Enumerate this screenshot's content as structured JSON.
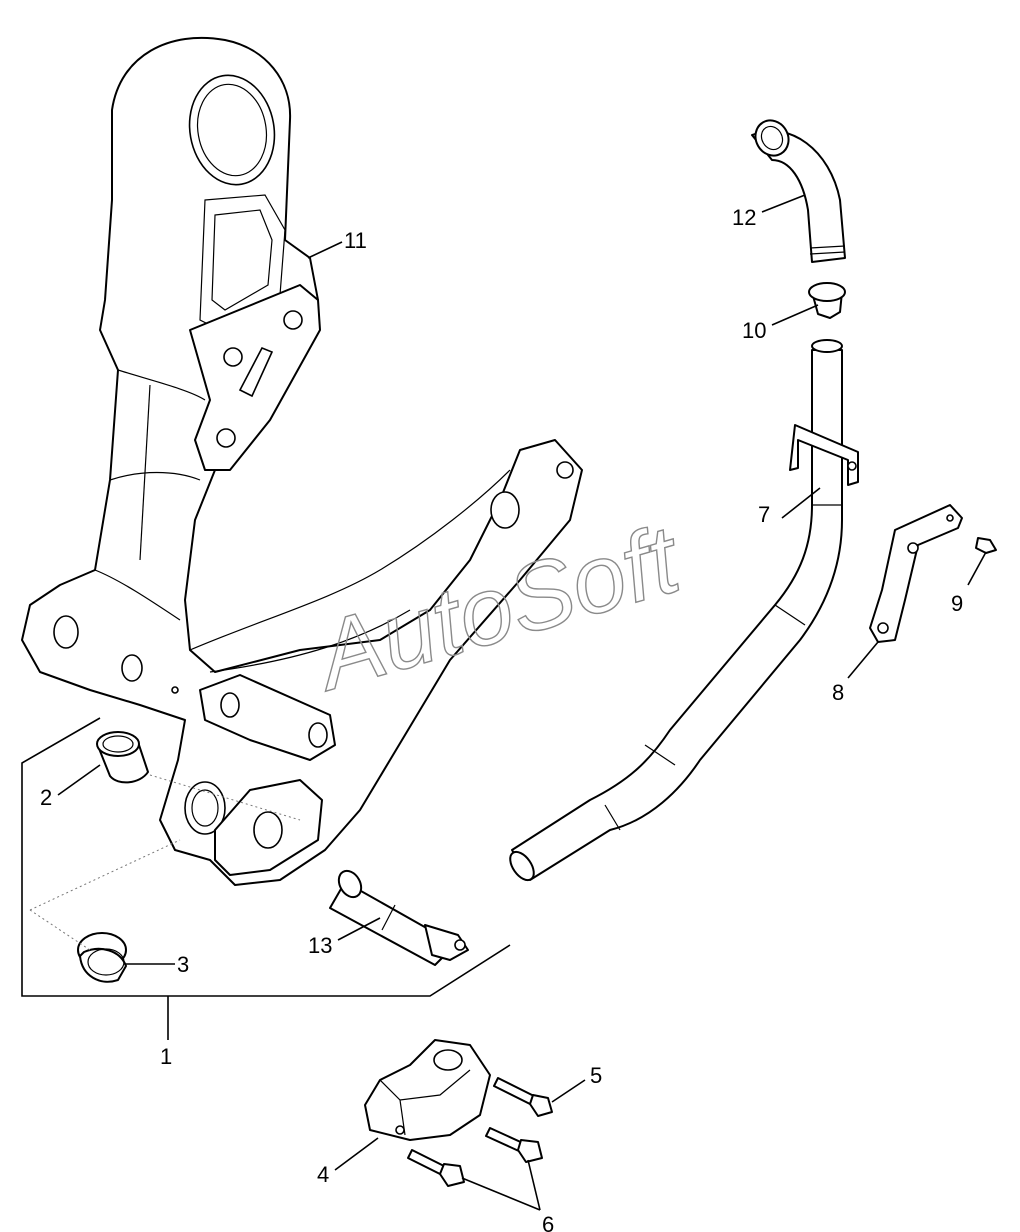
{
  "watermark": "AutoSoft",
  "callouts": {
    "c1": "1",
    "c2": "2",
    "c3": "3",
    "c4": "4",
    "c5": "5",
    "c6": "6",
    "c7": "7",
    "c8": "8",
    "c9": "9",
    "c10": "10",
    "c11": "11",
    "c12": "12",
    "c13": "13"
  },
  "colors": {
    "line": "#000000",
    "background": "#ffffff",
    "watermark": "#8a8a8a"
  }
}
